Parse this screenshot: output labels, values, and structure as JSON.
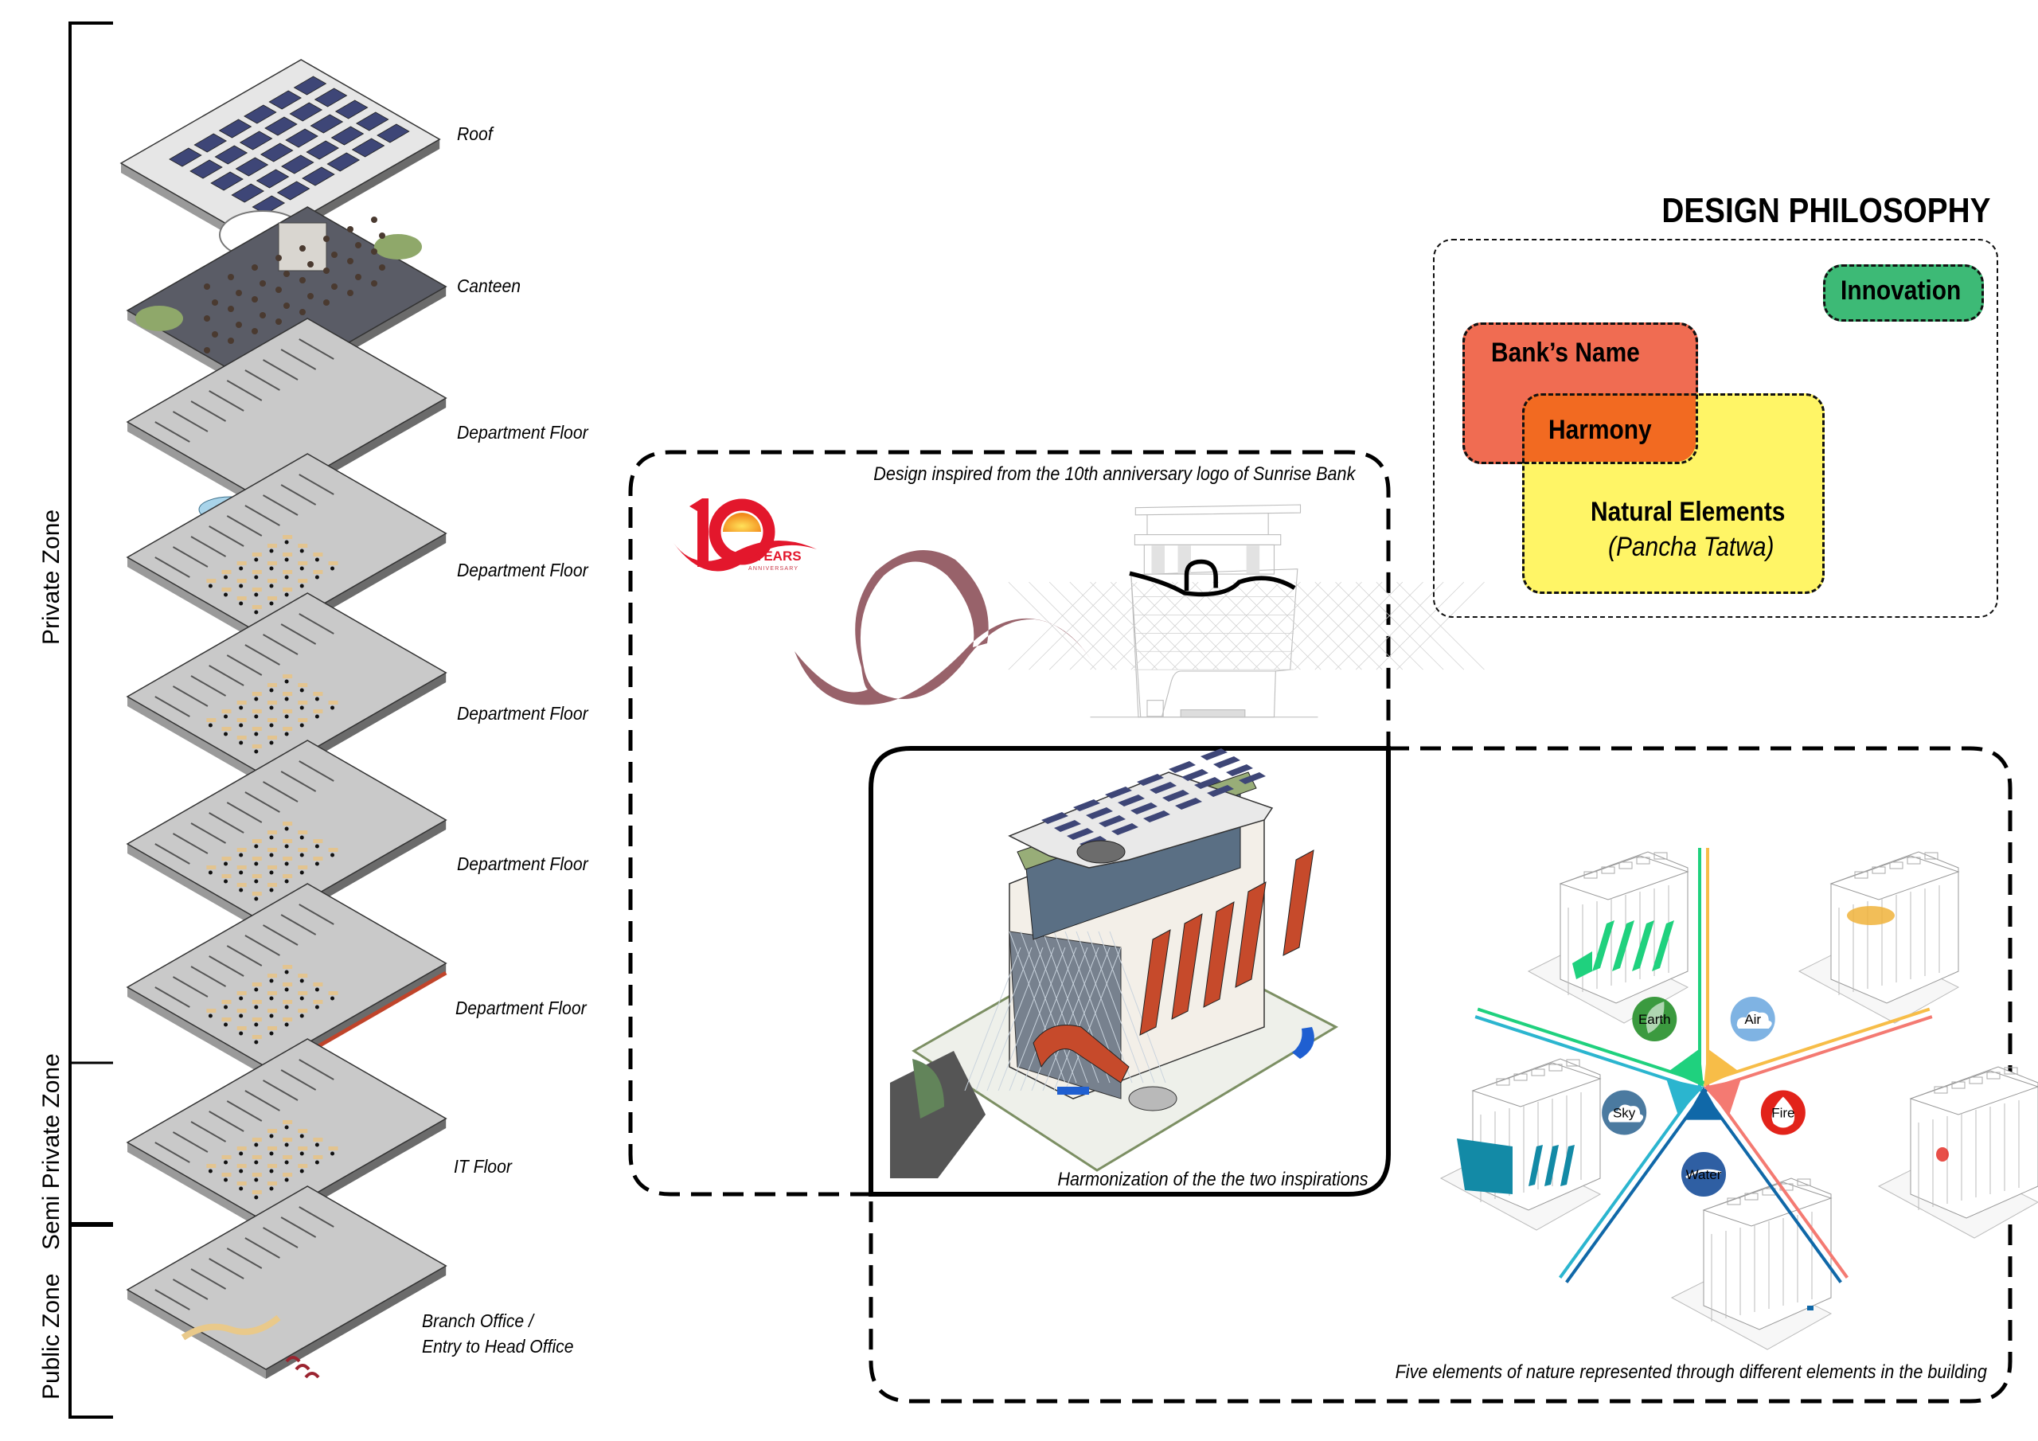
{
  "zones": [
    {
      "label": "Private Zone"
    },
    {
      "label": "Semi Private Zone"
    },
    {
      "label": "Public Zone"
    }
  ],
  "floors": [
    {
      "label": "Roof"
    },
    {
      "label": "Canteen"
    },
    {
      "label": "Department Floor"
    },
    {
      "label": "Department Floor"
    },
    {
      "label": "Department Floor"
    },
    {
      "label": "Department Floor"
    },
    {
      "label": "Department Floor"
    },
    {
      "label": "IT Floor"
    },
    {
      "label": "Branch Office /",
      "label_line2": "Entry to Head Office"
    }
  ],
  "inspiration": {
    "caption": "Design inspired from the 10th anniversary logo of Sunrise Bank",
    "logo": {
      "number": "10",
      "years": "YEARS",
      "anniversary": "ANNIVERSARY"
    }
  },
  "harmonization": {
    "caption": "Harmonization of the the two inspirations"
  },
  "philosophy": {
    "title": "DESIGN PHILOSOPHY",
    "items": [
      {
        "label": "Innovation",
        "color": "#3dba76"
      },
      {
        "label": "Bank’s Name",
        "color": "#f06c52"
      },
      {
        "label": "Harmony",
        "color": "#f26a21"
      },
      {
        "label": "Natural Elements",
        "sublabel": "(Pancha Tatwa)",
        "color": "#fff566"
      }
    ]
  },
  "five_elements": {
    "caption": "Five elements of nature represented through different elements in the building",
    "items": [
      {
        "label": "Earth",
        "color": "#3b9a3f",
        "ray_color": "#1fd17e"
      },
      {
        "label": "Air",
        "color": "#7fb3e3",
        "ray_color": "#f7bd48"
      },
      {
        "label": "Fire",
        "color": "#e2231a",
        "ray_color": "#f47a72"
      },
      {
        "label": "Water",
        "color": "#2f5fa3",
        "ray_color": "#1068a8"
      },
      {
        "label": "Sky",
        "color": "#4b7aa0",
        "ray_color": "#2bb5cf"
      }
    ]
  }
}
